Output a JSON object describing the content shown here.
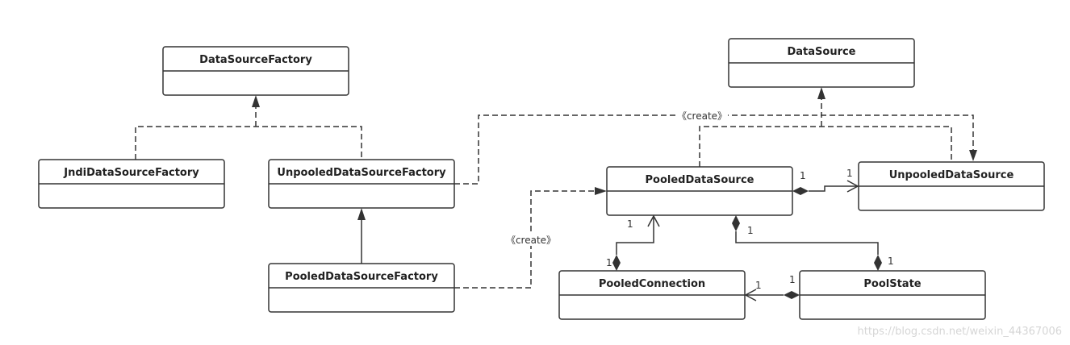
{
  "diagram": {
    "classes": {
      "data_source_factory": "DataSourceFactory",
      "jndi_data_source_factory": "JndiDataSourceFactory",
      "unpooled_data_source_factory": "UnpooledDataSourceFactory",
      "pooled_data_source_factory": "PooledDataSourceFactory",
      "data_source": "DataSource",
      "pooled_data_source": "PooledDataSource",
      "unpooled_data_source": "UnpooledDataSource",
      "pooled_connection": "PooledConnection",
      "pool_state": "PoolState"
    },
    "labels": {
      "create_top": "《create》",
      "create_bottom": "《create》",
      "mult_pds_to_uds_left": "1",
      "mult_pds_to_uds_right": "1",
      "mult_pds_to_pc_top": "1",
      "mult_pds_to_pc_bottom": "1",
      "mult_pds_to_ps_top": "1",
      "mult_pds_to_ps_bottom": "1",
      "mult_ps_to_pc_left": "1",
      "mult_ps_to_pc_right": "1"
    },
    "watermark": "https://blog.csdn.net/weixin_44367006"
  }
}
